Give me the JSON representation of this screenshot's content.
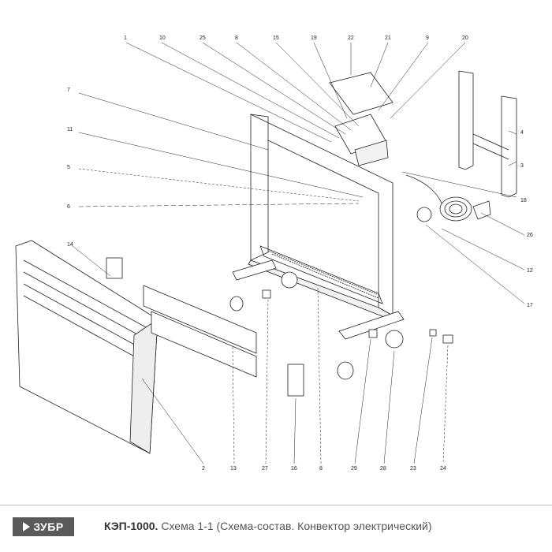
{
  "diagram": {
    "callouts": {
      "p1": "1",
      "p10": "10",
      "p25": "25",
      "p8top": "8",
      "p15": "15",
      "p19": "19",
      "p22": "22",
      "p21": "21",
      "p9": "9",
      "p20": "20",
      "p7": "7",
      "p11": "11",
      "p5": "5",
      "p6": "6",
      "p4": "4",
      "p3": "3",
      "p18": "18",
      "p26": "26",
      "p12": "12",
      "p17": "17",
      "p14": "14",
      "p2": "2",
      "p13": "13",
      "p27": "27",
      "p16": "16",
      "p8bottom": "8",
      "p29": "29",
      "p28": "28",
      "p23": "23",
      "p24": "24"
    }
  },
  "footer": {
    "logo": "ЗУБР",
    "model": "КЭП-1000.",
    "description": " Схема 1-1 (Схема-состав. Конвектор электрический)"
  },
  "colors": {
    "logo_bg": "#5a5a5a",
    "rule": "#bdbdbd",
    "line": "#222222"
  }
}
